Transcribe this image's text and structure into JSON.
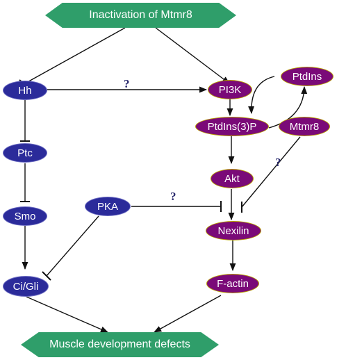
{
  "top": "Inactivation of Mtmr8",
  "bottom": "Muscle development defects",
  "nodes": {
    "hh": "Hh",
    "ptc": "Ptc",
    "smo": "Smo",
    "ci_gli": "Ci/Gli",
    "pka": "PKA",
    "pi3k": "PI3K",
    "ptdins": "PtdIns",
    "ptdins3p": "PtdIns(3)P",
    "mtmr8": "Mtmr8",
    "akt": "Akt",
    "nexilin": "Nexilin",
    "factin": "F-actin"
  },
  "unknown": "?",
  "colors": {
    "blue_node": "#2b2b9a",
    "purple_node": "#7a0a78",
    "hexagon": "#2f9e6a"
  }
}
